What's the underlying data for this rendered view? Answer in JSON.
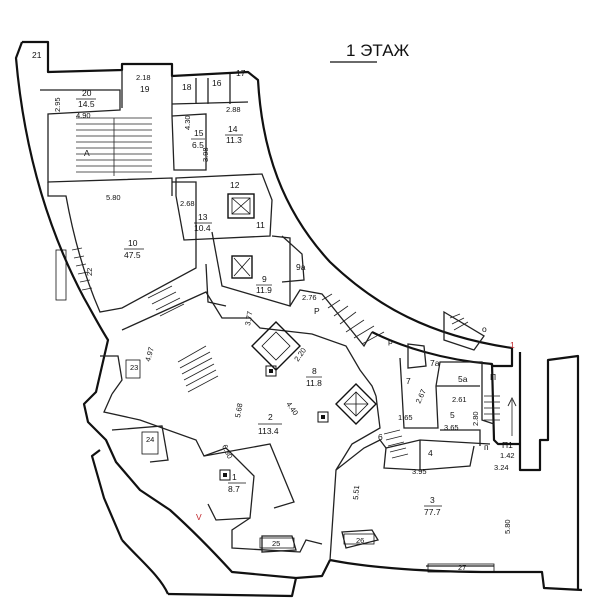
{
  "title": "1 ЭТАЖ",
  "rooms": [
    {
      "id": "21",
      "number": "21"
    },
    {
      "id": "20",
      "number": "20",
      "area": "14.5",
      "dim_w": "4.90",
      "dim_h": "2.95"
    },
    {
      "id": "19",
      "number": "19",
      "dim_top": "2.18"
    },
    {
      "id": "18",
      "number": "18"
    },
    {
      "id": "16",
      "number": "16"
    },
    {
      "id": "17",
      "number": "17"
    },
    {
      "id": "14",
      "number": "14",
      "area": "11.3",
      "dim_top": "2.88",
      "dim_side": "3.98"
    },
    {
      "id": "15",
      "number": "15",
      "area": "6.5",
      "dim_side": "4.30"
    },
    {
      "id": "A",
      "number": "А"
    },
    {
      "id": "12",
      "number": "12"
    },
    {
      "id": "13",
      "number": "13",
      "area": "10.4",
      "dim_top": "2.68"
    },
    {
      "id": "11",
      "number": "11"
    },
    {
      "id": "10",
      "number": "10",
      "area": "47.5",
      "dim_top": "5.80"
    },
    {
      "id": "22",
      "number": "22"
    },
    {
      "id": "9",
      "number": "9",
      "area": "11.9",
      "dim_side": "3.77"
    },
    {
      "id": "9a",
      "number": "9а"
    },
    {
      "id": "P",
      "number": "Р",
      "dim_top": "2.76"
    },
    {
      "id": "p",
      "number": "р"
    },
    {
      "id": "o",
      "number": "о"
    },
    {
      "id": "8",
      "number": "8",
      "area": "11.8",
      "dim_a": "2.20",
      "dim_b": "4.40"
    },
    {
      "id": "23",
      "number": "23",
      "dim_side": "4.97"
    },
    {
      "id": "2",
      "number": "2",
      "area": "113.4",
      "dim_a": "5.68",
      "dim_b": "6.30"
    },
    {
      "id": "24",
      "number": "24"
    },
    {
      "id": "1",
      "number": "1",
      "area": "8.7"
    },
    {
      "id": "7a",
      "number": "7а"
    },
    {
      "id": "7",
      "number": "7",
      "dim": "2.67"
    },
    {
      "id": "6",
      "number": "6",
      "dim": "1.65"
    },
    {
      "id": "5a",
      "number": "5а",
      "dim": "2.61"
    },
    {
      "id": "5",
      "number": "5",
      "dim_a": "3.65",
      "dim_b": "2.80"
    },
    {
      "id": "Pi",
      "number": "П"
    },
    {
      "id": "P1",
      "number": "П1",
      "dim": "1.42"
    },
    {
      "id": "p2",
      "number": "п"
    },
    {
      "id": "4",
      "number": "4",
      "dim": "3.95"
    },
    {
      "id": "3",
      "number": "3",
      "area": "77.7",
      "dim_a": "5.51",
      "dim_b": "5.80",
      "dim_c": "3.24"
    },
    {
      "id": "25",
      "number": "25"
    },
    {
      "id": "26",
      "number": "26"
    },
    {
      "id": "27",
      "number": "27"
    }
  ],
  "marks": {
    "v": "V",
    "entry1": "1"
  },
  "colors": {
    "wall": "#111111",
    "mark": "#c0262c",
    "background": "#ffffff"
  }
}
